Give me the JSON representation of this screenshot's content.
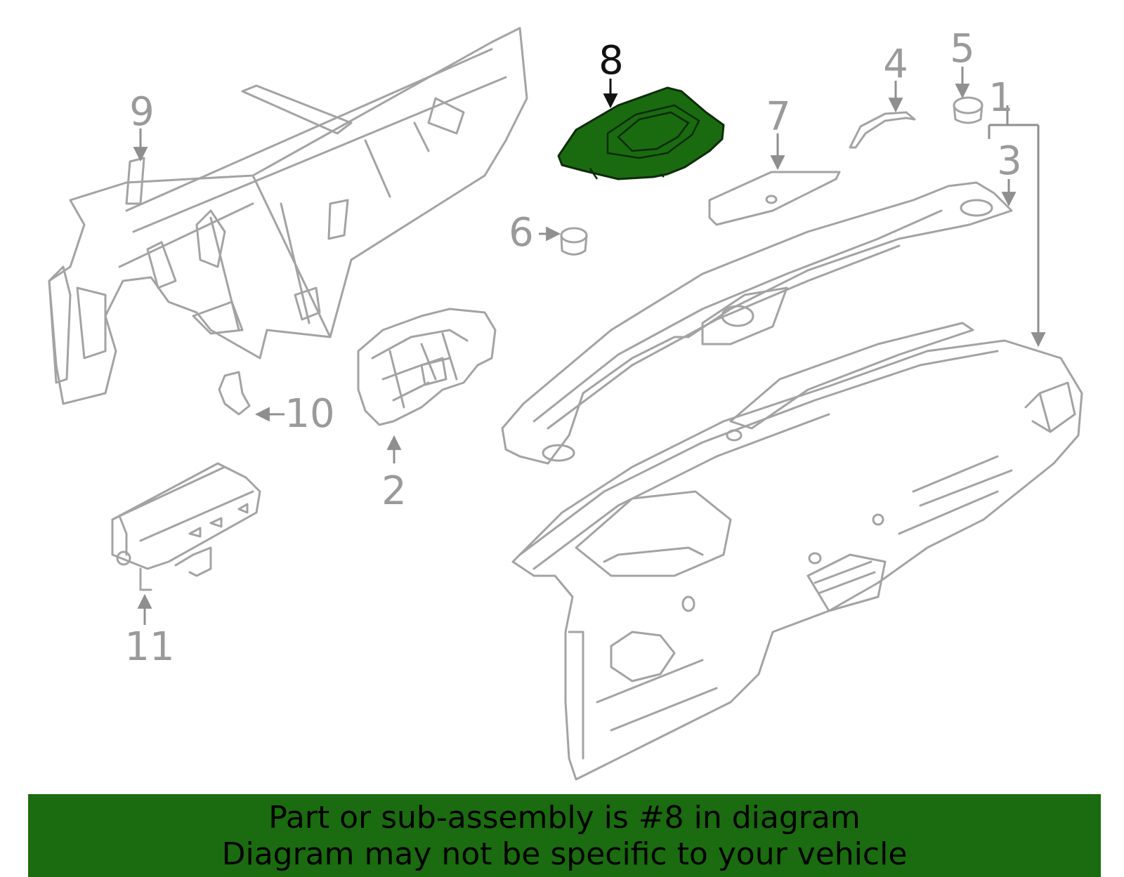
{
  "diagram": {
    "highlighted_part": "8",
    "highlight_color": "#1b6b10",
    "callouts": [
      {
        "id": "1",
        "label": "1"
      },
      {
        "id": "2",
        "label": "2"
      },
      {
        "id": "3",
        "label": "3"
      },
      {
        "id": "4",
        "label": "4"
      },
      {
        "id": "5",
        "label": "5"
      },
      {
        "id": "6",
        "label": "6"
      },
      {
        "id": "7",
        "label": "7"
      },
      {
        "id": "8",
        "label": "8"
      },
      {
        "id": "9",
        "label": "9"
      },
      {
        "id": "10",
        "label": "10"
      },
      {
        "id": "11",
        "label": "11"
      }
    ]
  },
  "banner": {
    "line1": "Part or sub-assembly is #8 in diagram",
    "line2": "Diagram may not be specific to your vehicle",
    "background": "#1b6b10"
  }
}
